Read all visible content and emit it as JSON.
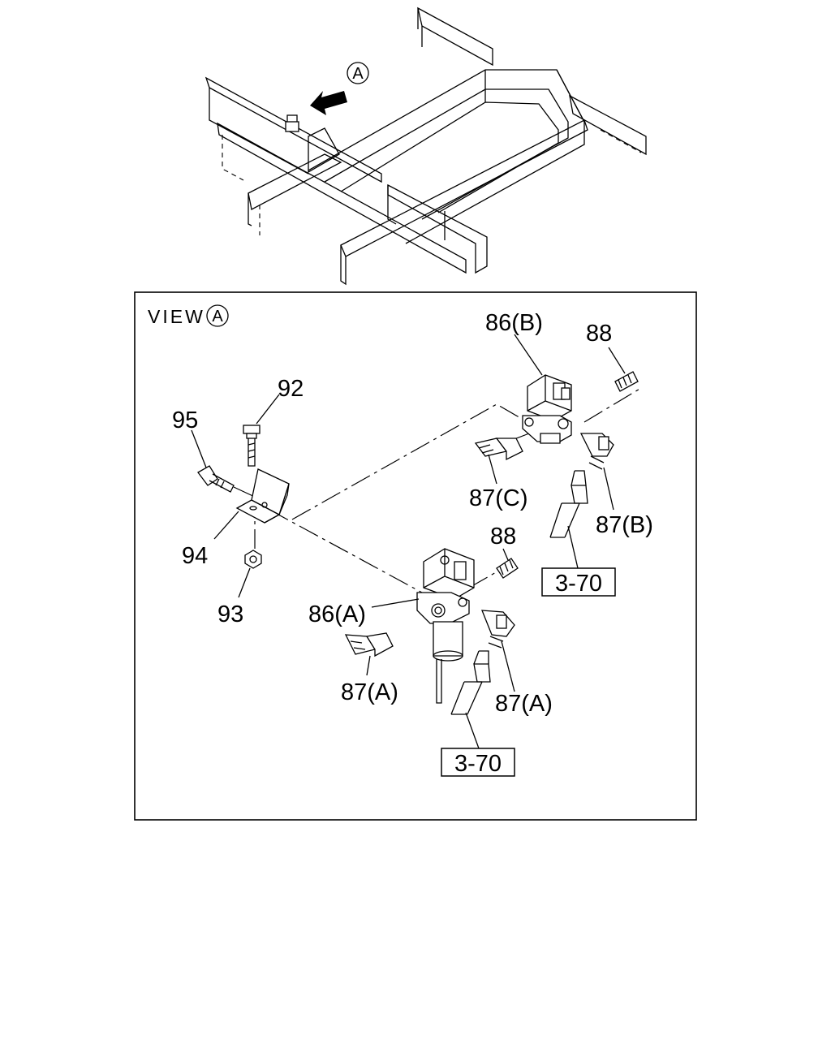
{
  "view_marker": "A",
  "view_title": "VIEW",
  "callouts": {
    "c86b": "86(B)",
    "c88_top": "88",
    "c92": "92",
    "c95": "95",
    "c94": "94",
    "c93": "93",
    "c87c": "87(C)",
    "c87b": "87(B)",
    "c88_mid": "88",
    "c86a": "86(A)",
    "c87a_left": "87(A)",
    "c87a_right": "87(A)"
  },
  "references": {
    "ref_top": "3-70",
    "ref_bottom": "3-70"
  }
}
